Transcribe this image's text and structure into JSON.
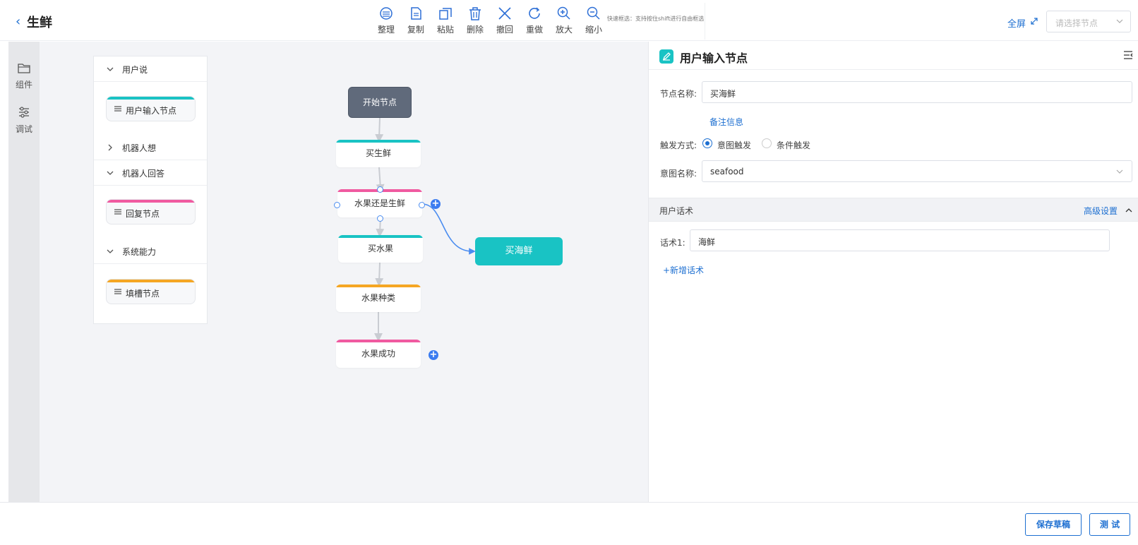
{
  "header": {
    "title": "生鲜",
    "toolbar": [
      {
        "label": "整理",
        "icon": "arrange-icon"
      },
      {
        "label": "复制",
        "icon": "copy-icon"
      },
      {
        "label": "粘贴",
        "icon": "paste-icon"
      },
      {
        "label": "删除",
        "icon": "trash-icon"
      },
      {
        "label": "撤回",
        "icon": "undo-icon"
      },
      {
        "label": "重做",
        "icon": "redo-icon"
      },
      {
        "label": "放大",
        "icon": "zoom-in-icon"
      },
      {
        "label": "缩小",
        "icon": "zoom-out-icon"
      }
    ],
    "hint": "快速框选：支持按住shift进行自由框选",
    "fullscreen_label": "全屏",
    "node_select_placeholder": "请选择节点"
  },
  "rail": [
    {
      "label": "组件",
      "icon": "folder-icon"
    },
    {
      "label": "调试",
      "icon": "sliders-icon"
    }
  ],
  "palette": {
    "groups": [
      {
        "title": "用户说",
        "expanded": true,
        "items": [
          {
            "label": "用户输入节点",
            "color": "#19c3c4"
          }
        ]
      },
      {
        "title": "机器人想",
        "expanded": false,
        "items": []
      },
      {
        "title": "机器人回答",
        "expanded": true,
        "items": [
          {
            "label": "回复节点",
            "color": "#f05aa0"
          }
        ]
      },
      {
        "title": "系统能力",
        "expanded": true,
        "items": [
          {
            "label": "填槽节点",
            "color": "#f5a623"
          }
        ]
      }
    ]
  },
  "flow": {
    "start_node": "开始节点",
    "nodes": [
      {
        "label": "买生鲜",
        "color": "#19c3c4"
      },
      {
        "label": "水果还是生鲜",
        "color": "#f05aa0"
      },
      {
        "label": "买水果",
        "color": "#19c3c4"
      },
      {
        "label": "水果种类",
        "color": "#f5a623"
      },
      {
        "label": "水果成功",
        "color": "#f05aa0"
      }
    ],
    "selected_node": "买海鲜",
    "selected_color": "#19c3c4"
  },
  "panel": {
    "title": "用户输入节点",
    "node_name_label": "节点名称:",
    "node_name_value": "买海鲜",
    "remark_link": "备注信息",
    "trigger_label": "触发方式:",
    "trigger_options": [
      "意图触发",
      "条件触发"
    ],
    "trigger_selected": "意图触发",
    "intent_label": "意图名称:",
    "intent_value": "seafood",
    "section_title": "用户话术",
    "advanced_label": "高级设置",
    "utterance_label": "话术1:",
    "utterance_value": "海鲜",
    "add_utterance": "+新增话术"
  },
  "footer": {
    "save_draft": "保存草稿",
    "test": "测 试"
  },
  "colors": {
    "accent": "#1d6fd1",
    "teal": "#19c3c4",
    "pink": "#f05aa0",
    "orange": "#f5a623",
    "start": "#606a7b"
  }
}
